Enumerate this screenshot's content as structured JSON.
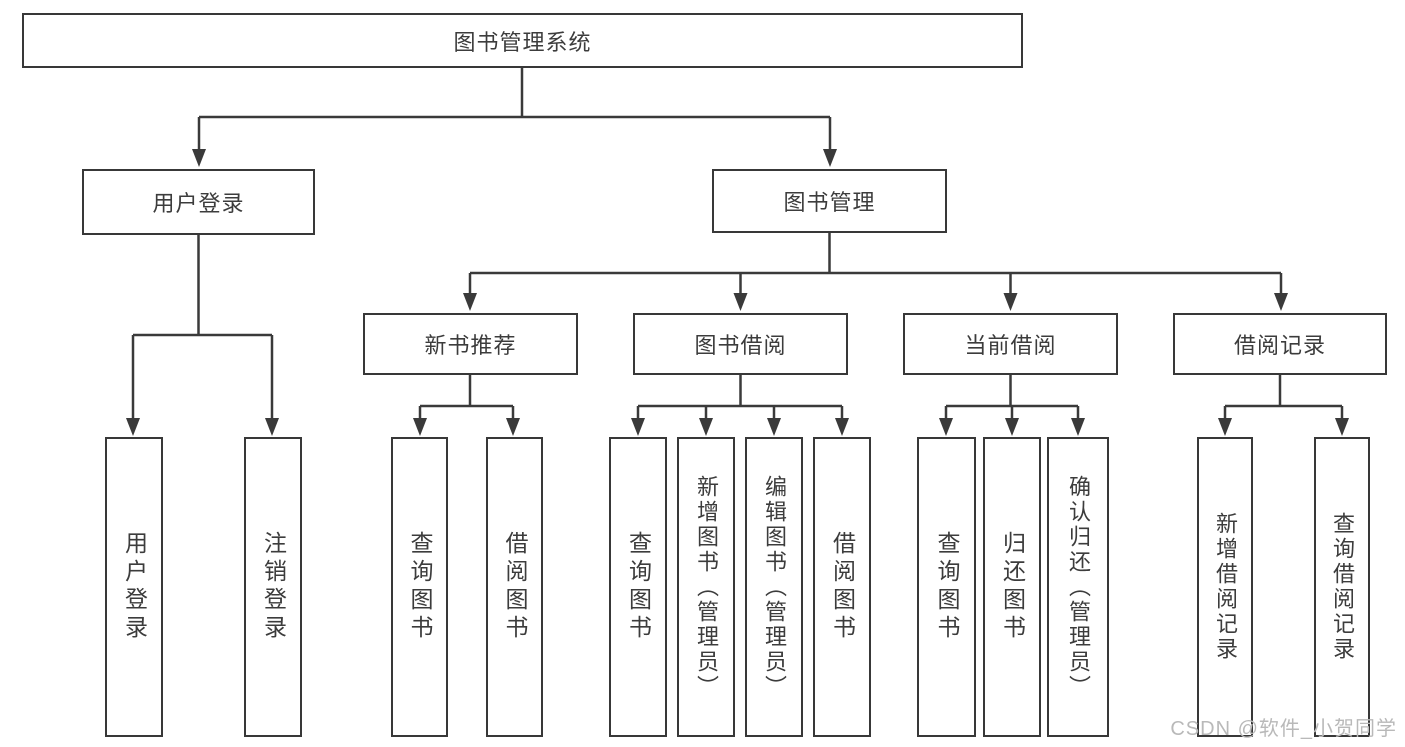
{
  "diagram": {
    "root": {
      "label": "图书管理系统"
    },
    "level2": [
      {
        "label": "用户登录"
      },
      {
        "label": "图书管理"
      }
    ],
    "level3": [
      {
        "label": "新书推荐"
      },
      {
        "label": "图书借阅"
      },
      {
        "label": "当前借阅"
      },
      {
        "label": "借阅记录"
      }
    ],
    "leaves": {
      "user_login": [
        "用户登录",
        "注销登录"
      ],
      "new_book": [
        "查询图书",
        "借阅图书"
      ],
      "book_borrow": [
        "查询图书",
        "新增图书（管理员）",
        "编辑图书（管理员）",
        "借阅图书"
      ],
      "current_borrow": [
        "查询图书",
        "归还图书",
        "确认归还（管理员）"
      ],
      "borrow_record": [
        "新增借阅记录",
        "查询借阅记录"
      ]
    }
  },
  "watermark": "CSDN @软件_小贺同学",
  "colors": {
    "line": "#3a3a3a",
    "border": "#383838",
    "text": "#3c3c3c",
    "watermark_text": "#b9b9b9",
    "background": "#ffffff"
  }
}
